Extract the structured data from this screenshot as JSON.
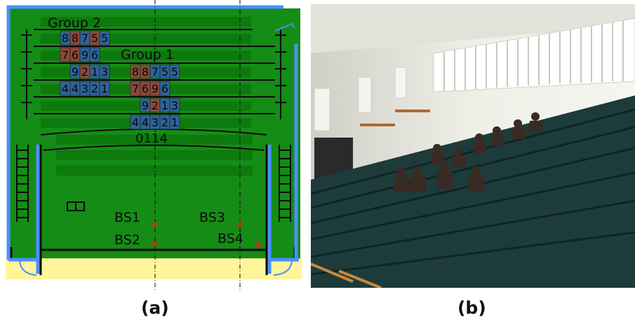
{
  "panel_a": {
    "group2_label": "Group 2",
    "group1_label": "Group 1",
    "row_marker": "0114",
    "group2_seats": [
      {
        "row": 1,
        "digits": [
          "8",
          "8",
          "7",
          "5",
          "5"
        ],
        "colors": [
          "#2e6398",
          "#8a4a3a",
          "#2e6398",
          "#8a4a3a",
          "#2e6398"
        ]
      },
      {
        "row": 2,
        "digits": [
          "7",
          "6",
          "9",
          "6"
        ],
        "colors": [
          "#8a4a3a",
          "#8a4a3a",
          "#2e6398",
          "#2e6398"
        ]
      },
      {
        "row": 3,
        "digits": [
          "9",
          "2",
          "1",
          "3"
        ],
        "colors": [
          "#2e6398",
          "#8a4a3a",
          "#2e6398",
          "#2e6398"
        ]
      },
      {
        "row": 4,
        "digits": [
          "4",
          "4",
          "3",
          "2",
          "1"
        ],
        "colors": [
          "#2e6398",
          "#2e6398",
          "#2e6398",
          "#2e6398",
          "#2e6398"
        ]
      }
    ],
    "group1_seats": [
      {
        "row": 3,
        "digits": [
          "8",
          "8",
          "7",
          "5",
          "5"
        ],
        "colors": [
          "#8a4a3a",
          "#8a4a3a",
          "#2e6398",
          "#2e6398",
          "#2e6398"
        ]
      },
      {
        "row": 4,
        "digits": [
          "7",
          "6",
          "9",
          "6"
        ],
        "colors": [
          "#8a4a3a",
          "#8a4a3a",
          "#8a4a3a",
          "#2e6398"
        ]
      },
      {
        "row": 5,
        "digits": [
          "9",
          "2",
          "1",
          "3"
        ],
        "colors": [
          "#2e6398",
          "#8a4a3a",
          "#2e6398",
          "#2e6398"
        ]
      },
      {
        "row": 6,
        "digits": [
          "4",
          "4",
          "3",
          "2",
          "1"
        ],
        "colors": [
          "#2e6398",
          "#2e6398",
          "#2e6398",
          "#2e6398",
          "#2e6398"
        ]
      }
    ],
    "base_stations": [
      {
        "label": "BS1"
      },
      {
        "label": "BS2"
      },
      {
        "label": "BS3"
      },
      {
        "label": "BS4"
      }
    ],
    "colors": {
      "floor": "#158c15",
      "row_band": "#0d7a0d",
      "wall": "#4a90ff",
      "outline": "#0a0a0a",
      "stage": "#fff59a",
      "marker": "#e81c1c"
    }
  },
  "panel_b": {
    "description_icon": "lecture-hall-photo"
  },
  "captions": {
    "a": "(a)",
    "b": "(b)"
  }
}
